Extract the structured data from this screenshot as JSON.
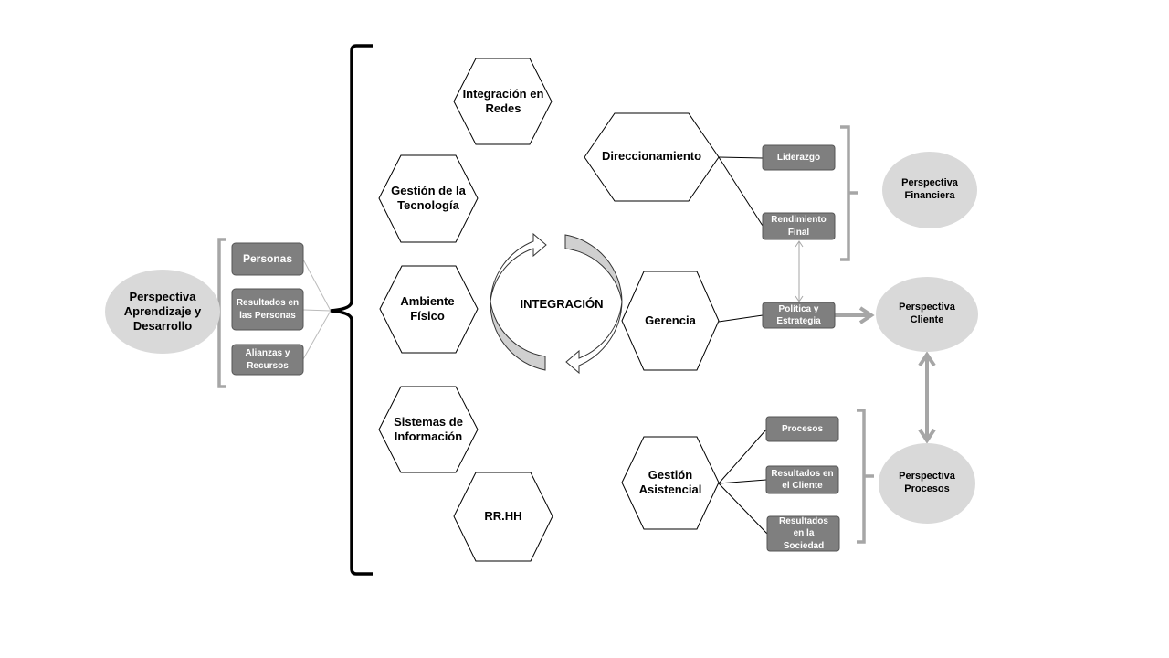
{
  "center_label": "INTEGRACIÓN",
  "hexagons": [
    {
      "id": "integracion-redes",
      "label": "Integración en Redes"
    },
    {
      "id": "gestion-tecnologia",
      "label": "Gestión de la Tecnología"
    },
    {
      "id": "ambiente-fisico",
      "label": "Ambiente Físico"
    },
    {
      "id": "sistemas-informacion",
      "label": "Sistemas de Información"
    },
    {
      "id": "rrhh",
      "label": "RR.HH"
    },
    {
      "id": "direccionamiento",
      "label": "Direccionamiento"
    },
    {
      "id": "gerencia",
      "label": "Gerencia"
    },
    {
      "id": "gestion-asistencial",
      "label": "Gestión Asistencial"
    }
  ],
  "boxes": [
    {
      "id": "personas",
      "label": "Personas"
    },
    {
      "id": "resultados-personas",
      "label": "Resultados en las Personas"
    },
    {
      "id": "alianzas-recursos",
      "label": "Alianzas y Recursos"
    },
    {
      "id": "liderazgo",
      "label": "Liderazgo"
    },
    {
      "id": "rendimiento-final",
      "label": "Rendimiento Final"
    },
    {
      "id": "politica-estrategia",
      "label": "Política y Estrategia"
    },
    {
      "id": "procesos",
      "label": "Procesos"
    },
    {
      "id": "resultados-cliente",
      "label": "Resultados en el Cliente"
    },
    {
      "id": "resultados-sociedad",
      "label": "Resultados en la Sociedad"
    }
  ],
  "perspectives": [
    {
      "id": "aprendizaje",
      "label": "Perspectiva Aprendizaje y Desarrollo"
    },
    {
      "id": "financiera",
      "label": "Perspectiva Financiera"
    },
    {
      "id": "cliente",
      "label": "Perspectiva Cliente"
    },
    {
      "id": "procesos",
      "label": "Perspectiva Procesos"
    }
  ],
  "colors": {
    "box_fill": "#7f7f7f",
    "ellipse_fill": "#d9d9d9",
    "bracket_gray": "#a6a6a6",
    "arrow_fill": "#d0d0d0"
  }
}
